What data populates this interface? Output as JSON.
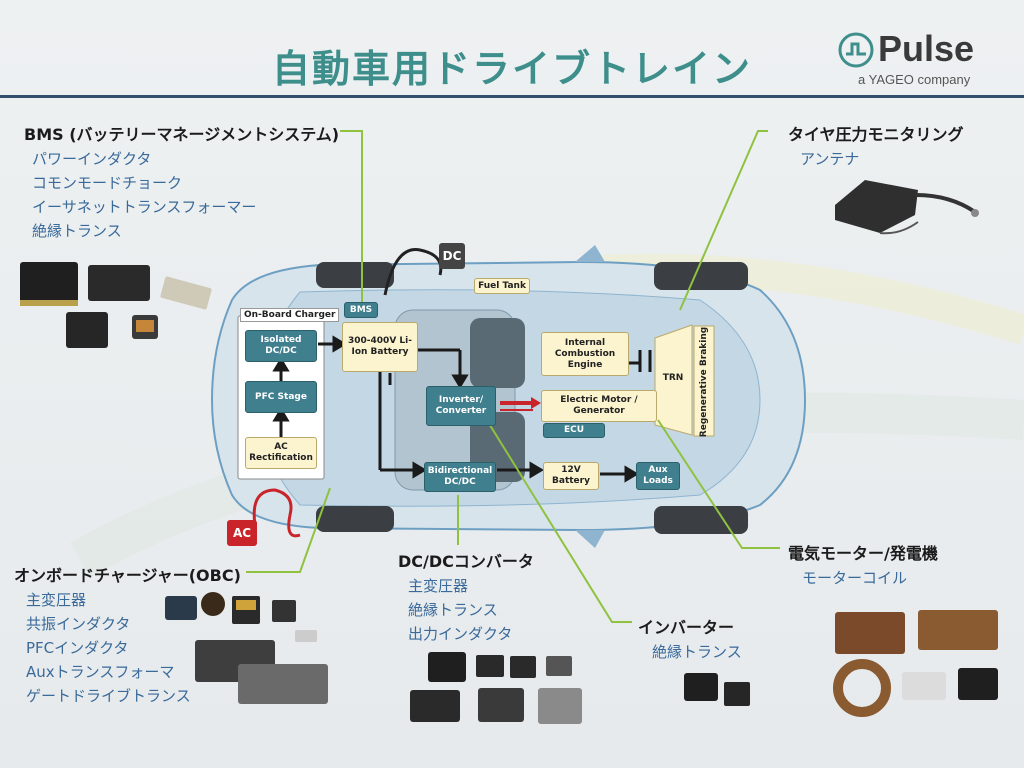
{
  "title": "自動車用ドライブトレイン",
  "logo": {
    "name": "Pulse",
    "sub": "a YAGEO company"
  },
  "sections": {
    "bms": {
      "heading": "BMS (バッテリーマネージメントシステム)",
      "items": [
        "パワーインダクタ",
        "コモンモードチョーク",
        "イーサネットトランスフォーマー",
        "絶縁トランス"
      ]
    },
    "tpms": {
      "heading": "タイヤ圧力モニタリング",
      "items": [
        "アンテナ"
      ]
    },
    "obc": {
      "heading": "オンボードチャージャー(OBC)",
      "items": [
        "主変圧器",
        "共振インダクタ",
        "PFCインダクタ",
        "Auxトランスフォーマ",
        "ゲートドライブトランス"
      ]
    },
    "dcdc": {
      "heading": "DC/DCコンバータ",
      "items": [
        "主変圧器",
        "絶縁トランス",
        "出力インダクタ"
      ]
    },
    "inverter": {
      "heading": "インバーター",
      "items": [
        "絶縁トランス"
      ]
    },
    "motor": {
      "heading": "電気モーター/発電機",
      "items": [
        "モーターコイル"
      ]
    }
  },
  "blocks": {
    "onboard_charger": "On-Board Charger",
    "isolated_dcdc": "Isolated DC/DC",
    "pfc_stage": "PFC Stage",
    "ac_rect": "AC Rectification",
    "bms": "BMS",
    "battery": "300-400V Li-Ion Battery",
    "fuel_tank": "Fuel Tank",
    "ice": "Internal Combustion Engine",
    "inverter": "Inverter/ Converter",
    "motor": "Electric Motor / Generator",
    "ecu": "ECU",
    "trn": "TRN",
    "regen": "Regenerative Braking",
    "bidir": "Bidirectional DC/DC",
    "batt12": "12V Battery",
    "aux": "Aux Loads",
    "ac": "AC",
    "dc": "DC"
  },
  "colors": {
    "accent": "#3e8f8c",
    "teal_block": "#3f7f8e",
    "cream_block": "#fbf4cf",
    "leader": "#8ec23f",
    "item_text": "#3a6a9a",
    "red_tag": "#c8242a"
  }
}
